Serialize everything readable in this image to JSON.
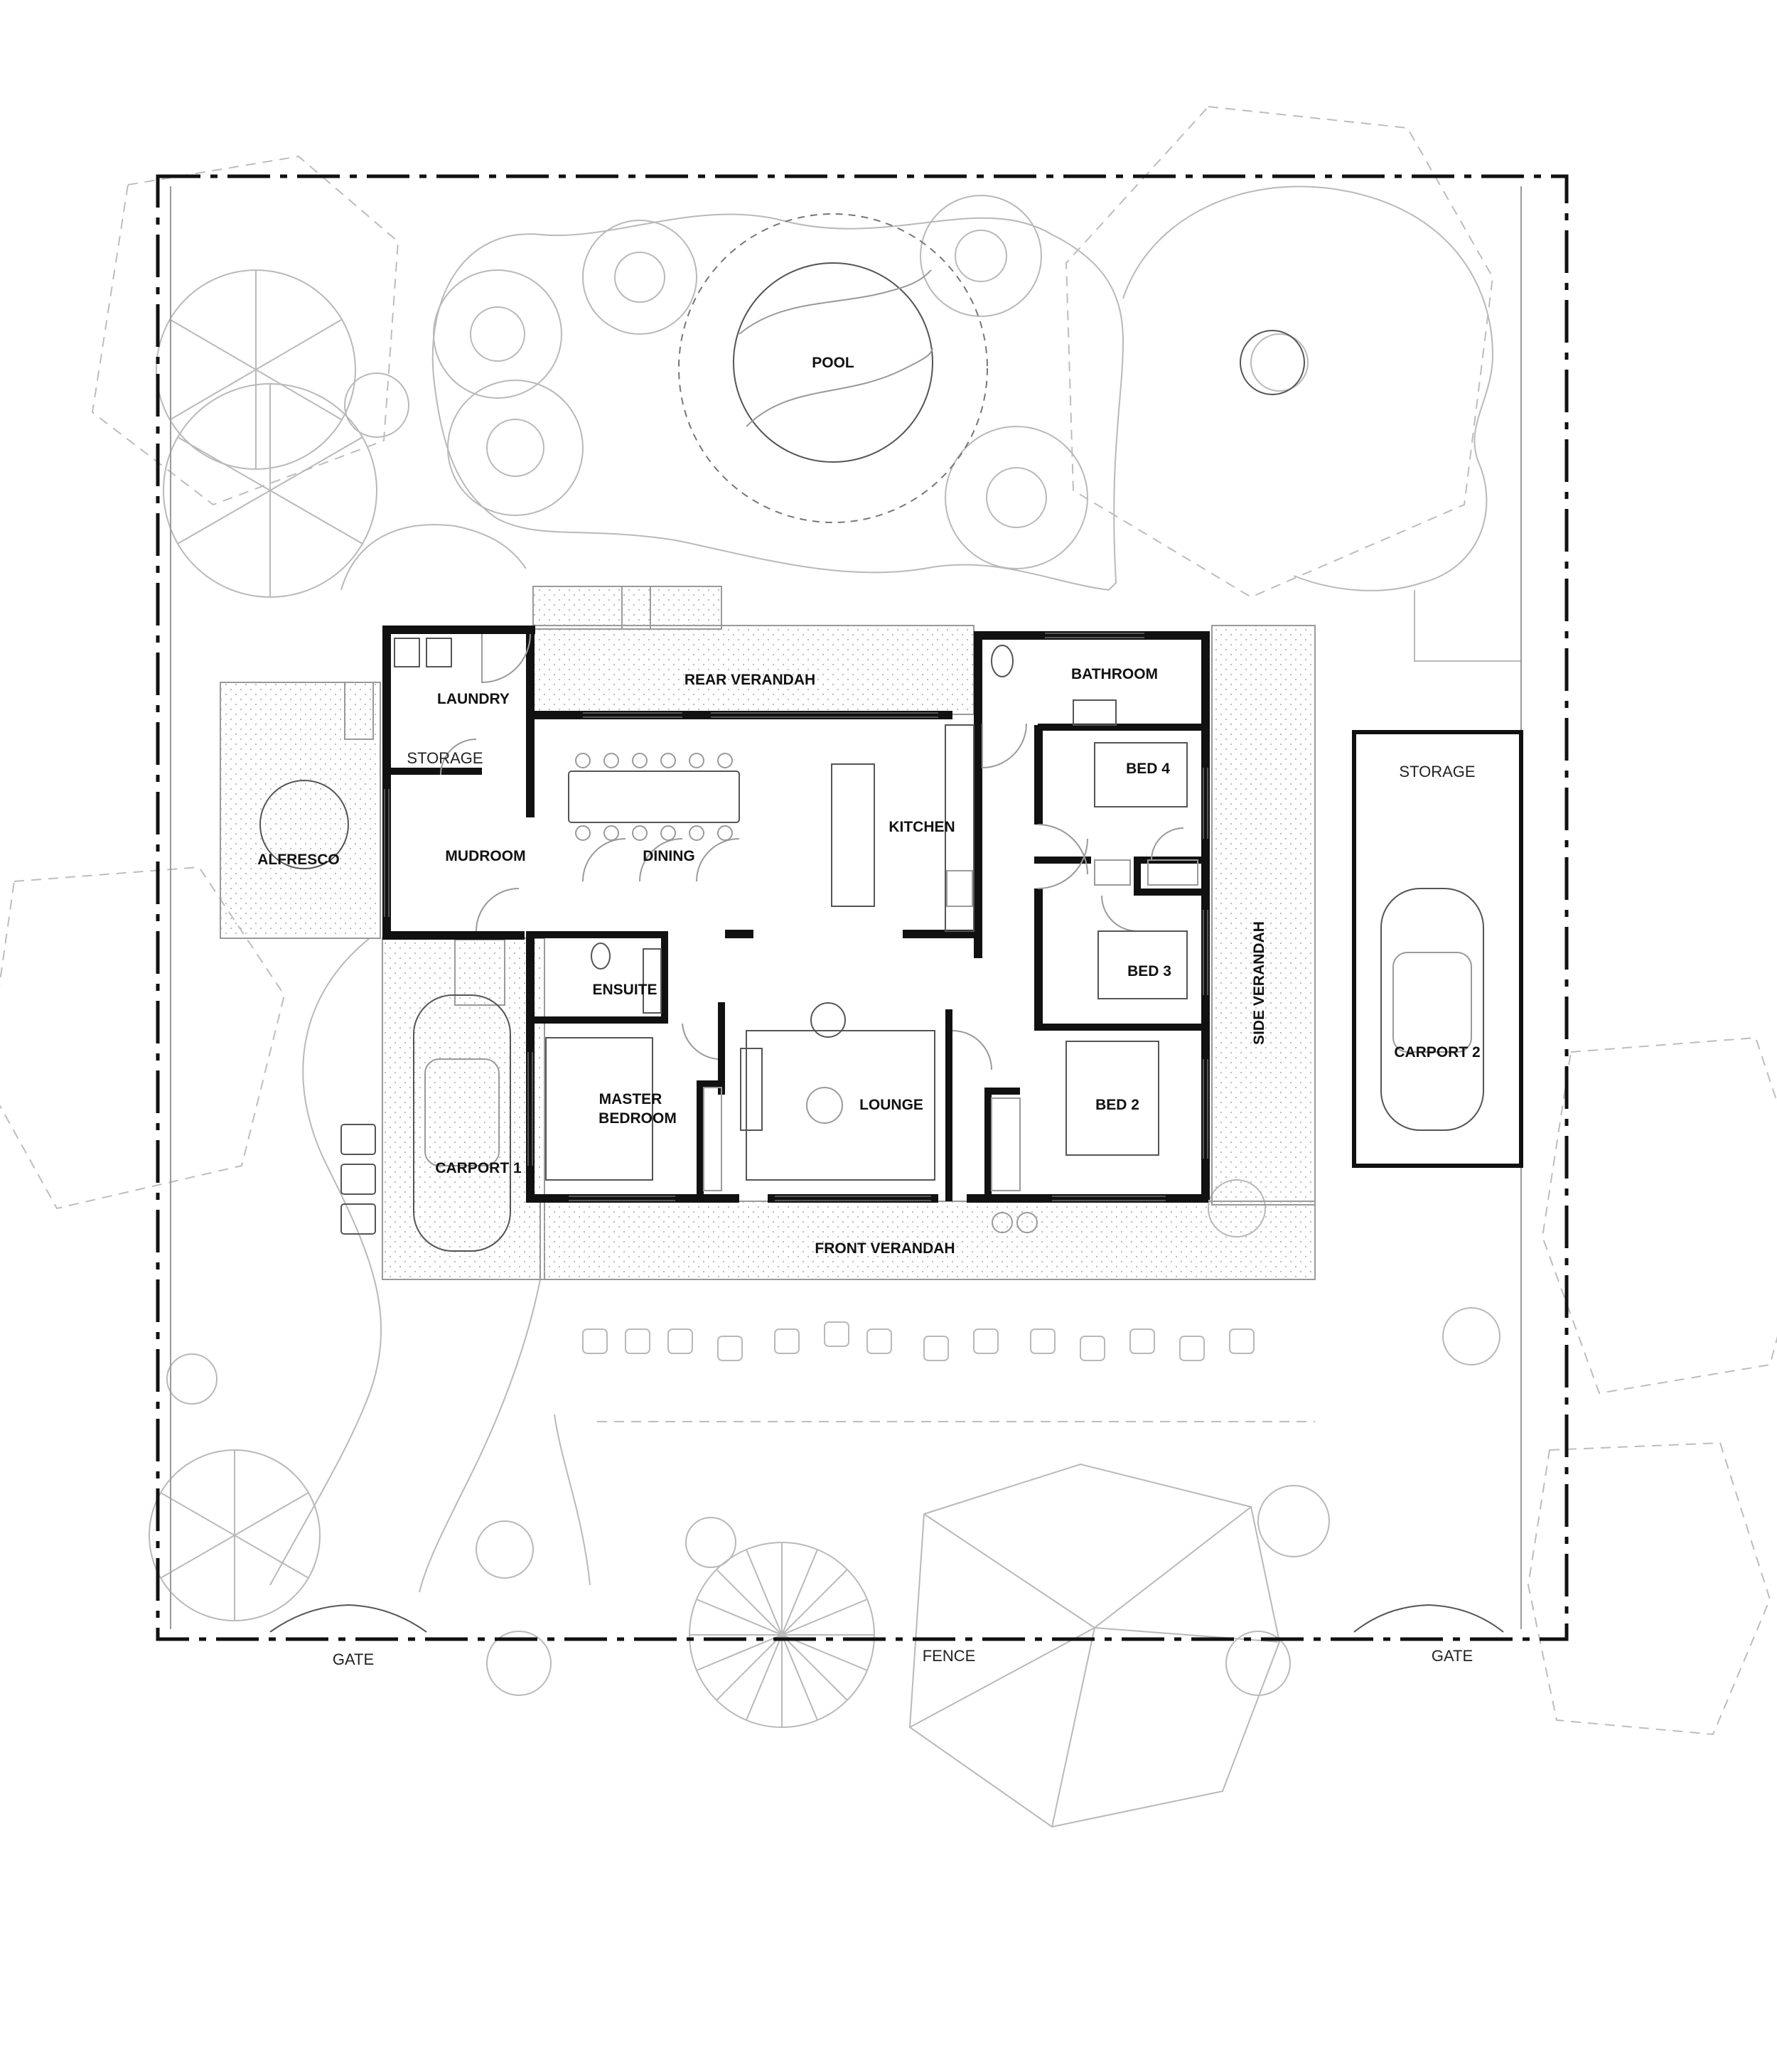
{
  "rooms": {
    "pool": "POOL",
    "rear_verandah": "REAR VERANDAH",
    "laundry": "LAUNDRY",
    "storage_house": "STORAGE",
    "bathroom": "BATHROOM",
    "storage_carport": "STORAGE",
    "bed_4": "BED 4",
    "kitchen": "KITCHEN",
    "alfresco": "ALFRESCO",
    "mudroom": "MUDROOM",
    "dining": "DINING",
    "ensuite": "ENSUITE",
    "bed_3": "BED 3",
    "side_verandah": "SIDE VERANDAH",
    "carport_2": "CARPORT 2",
    "master_bedroom_line1": "MASTER",
    "master_bedroom_line2": "BEDROOM",
    "lounge": "LOUNGE",
    "bed_2": "BED 2",
    "carport_1": "CARPORT 1",
    "front_verandah": "FRONT VERANDAH"
  },
  "site": {
    "gate_left": "GATE",
    "fence": "FENCE",
    "gate_right": "GATE"
  }
}
